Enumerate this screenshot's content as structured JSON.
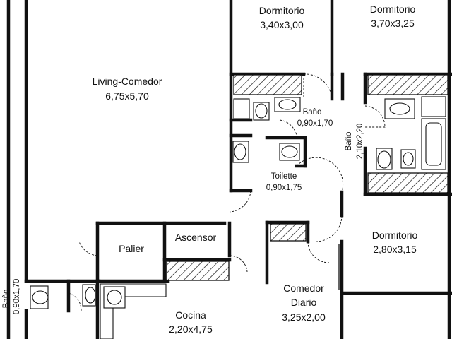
{
  "rooms": {
    "living": {
      "name": "Living-Comedor",
      "size": "6,75x5,70"
    },
    "dorm1": {
      "name": "Dormitorio",
      "size": "3,40x3,00"
    },
    "dorm2": {
      "name": "Dormitorio",
      "size": "3,70x3,25"
    },
    "bano1": {
      "name": "Baño",
      "size": "0,90x1,70"
    },
    "bano2": {
      "name": "Baño",
      "size": "2,10x2,20"
    },
    "toilette": {
      "name": "Toilette",
      "size": "0,90x1,75"
    },
    "palier": {
      "name": "Palier"
    },
    "ascensor": {
      "name": "Ascensor"
    },
    "dorm3": {
      "name": "Dormitorio",
      "size": "2,80x3,15"
    },
    "comedor": {
      "name": "Comedor",
      "name2": "Diario",
      "size": "3,25x2,00"
    },
    "bano3": {
      "name": "Baño",
      "size": "0,90x1,70"
    },
    "cocina": {
      "name": "Cocina",
      "size": "2,20x4,75"
    }
  },
  "colors": {
    "wall": "#111111",
    "background": "#ffffff"
  }
}
